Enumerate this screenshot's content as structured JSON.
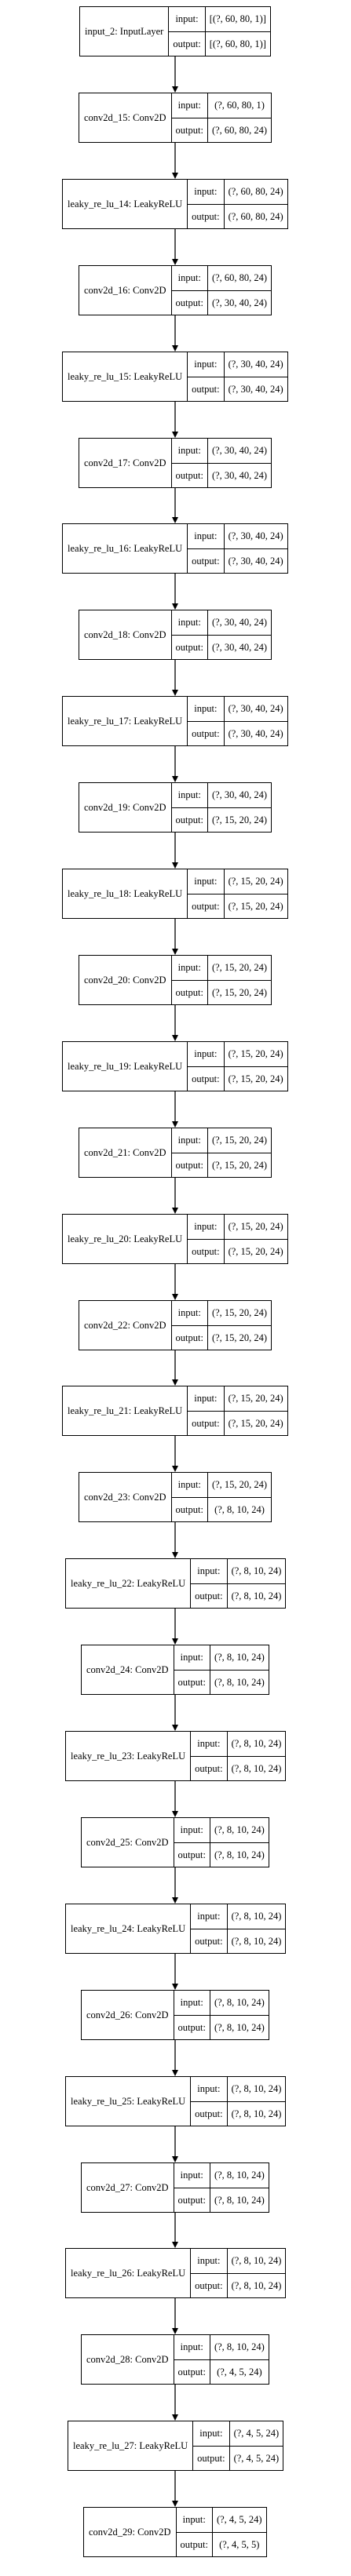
{
  "layers": [
    {
      "name": "input_2: InputLayer",
      "in_label": "input:",
      "out_label": "output:",
      "input": "[(?, 60, 80, 1)]",
      "output": "[(?, 60, 80, 1)]"
    },
    {
      "name": "conv2d_15: Conv2D",
      "in_label": "input:",
      "out_label": "output:",
      "input": "(?, 60, 80, 1)",
      "output": "(?, 60, 80, 24)"
    },
    {
      "name": "leaky_re_lu_14: LeakyReLU",
      "in_label": "input:",
      "out_label": "output:",
      "input": "(?, 60, 80, 24)",
      "output": "(?, 60, 80, 24)"
    },
    {
      "name": "conv2d_16: Conv2D",
      "in_label": "input:",
      "out_label": "output:",
      "input": "(?, 60, 80, 24)",
      "output": "(?, 30, 40, 24)"
    },
    {
      "name": "leaky_re_lu_15: LeakyReLU",
      "in_label": "input:",
      "out_label": "output:",
      "input": "(?, 30, 40, 24)",
      "output": "(?, 30, 40, 24)"
    },
    {
      "name": "conv2d_17: Conv2D",
      "in_label": "input:",
      "out_label": "output:",
      "input": "(?, 30, 40, 24)",
      "output": "(?, 30, 40, 24)"
    },
    {
      "name": "leaky_re_lu_16: LeakyReLU",
      "in_label": "input:",
      "out_label": "output:",
      "input": "(?, 30, 40, 24)",
      "output": "(?, 30, 40, 24)"
    },
    {
      "name": "conv2d_18: Conv2D",
      "in_label": "input:",
      "out_label": "output:",
      "input": "(?, 30, 40, 24)",
      "output": "(?, 30, 40, 24)"
    },
    {
      "name": "leaky_re_lu_17: LeakyReLU",
      "in_label": "input:",
      "out_label": "output:",
      "input": "(?, 30, 40, 24)",
      "output": "(?, 30, 40, 24)"
    },
    {
      "name": "conv2d_19: Conv2D",
      "in_label": "input:",
      "out_label": "output:",
      "input": "(?, 30, 40, 24)",
      "output": "(?, 15, 20, 24)"
    },
    {
      "name": "leaky_re_lu_18: LeakyReLU",
      "in_label": "input:",
      "out_label": "output:",
      "input": "(?, 15, 20, 24)",
      "output": "(?, 15, 20, 24)"
    },
    {
      "name": "conv2d_20: Conv2D",
      "in_label": "input:",
      "out_label": "output:",
      "input": "(?, 15, 20, 24)",
      "output": "(?, 15, 20, 24)"
    },
    {
      "name": "leaky_re_lu_19: LeakyReLU",
      "in_label": "input:",
      "out_label": "output:",
      "input": "(?, 15, 20, 24)",
      "output": "(?, 15, 20, 24)"
    },
    {
      "name": "conv2d_21: Conv2D",
      "in_label": "input:",
      "out_label": "output:",
      "input": "(?, 15, 20, 24)",
      "output": "(?, 15, 20, 24)"
    },
    {
      "name": "leaky_re_lu_20: LeakyReLU",
      "in_label": "input:",
      "out_label": "output:",
      "input": "(?, 15, 20, 24)",
      "output": "(?, 15, 20, 24)"
    },
    {
      "name": "conv2d_22: Conv2D",
      "in_label": "input:",
      "out_label": "output:",
      "input": "(?, 15, 20, 24)",
      "output": "(?, 15, 20, 24)"
    },
    {
      "name": "leaky_re_lu_21: LeakyReLU",
      "in_label": "input:",
      "out_label": "output:",
      "input": "(?, 15, 20, 24)",
      "output": "(?, 15, 20, 24)"
    },
    {
      "name": "conv2d_23: Conv2D",
      "in_label": "input:",
      "out_label": "output:",
      "input": "(?, 15, 20, 24)",
      "output": "(?, 8, 10, 24)"
    },
    {
      "name": "leaky_re_lu_22: LeakyReLU",
      "in_label": "input:",
      "out_label": "output:",
      "input": "(?, 8, 10, 24)",
      "output": "(?, 8, 10, 24)"
    },
    {
      "name": "conv2d_24: Conv2D",
      "in_label": "input:",
      "out_label": "output:",
      "input": "(?, 8, 10, 24)",
      "output": "(?, 8, 10, 24)"
    },
    {
      "name": "leaky_re_lu_23: LeakyReLU",
      "in_label": "input:",
      "out_label": "output:",
      "input": "(?, 8, 10, 24)",
      "output": "(?, 8, 10, 24)"
    },
    {
      "name": "conv2d_25: Conv2D",
      "in_label": "input:",
      "out_label": "output:",
      "input": "(?, 8, 10, 24)",
      "output": "(?, 8, 10, 24)"
    },
    {
      "name": "leaky_re_lu_24: LeakyReLU",
      "in_label": "input:",
      "out_label": "output:",
      "input": "(?, 8, 10, 24)",
      "output": "(?, 8, 10, 24)"
    },
    {
      "name": "conv2d_26: Conv2D",
      "in_label": "input:",
      "out_label": "output:",
      "input": "(?, 8, 10, 24)",
      "output": "(?, 8, 10, 24)"
    },
    {
      "name": "leaky_re_lu_25: LeakyReLU",
      "in_label": "input:",
      "out_label": "output:",
      "input": "(?, 8, 10, 24)",
      "output": "(?, 8, 10, 24)"
    },
    {
      "name": "conv2d_27: Conv2D",
      "in_label": "input:",
      "out_label": "output:",
      "input": "(?, 8, 10, 24)",
      "output": "(?, 8, 10, 24)"
    },
    {
      "name": "leaky_re_lu_26: LeakyReLU",
      "in_label": "input:",
      "out_label": "output:",
      "input": "(?, 8, 10, 24)",
      "output": "(?, 8, 10, 24)"
    },
    {
      "name": "conv2d_28: Conv2D",
      "in_label": "input:",
      "out_label": "output:",
      "input": "(?, 8, 10, 24)",
      "output": "(?, 4, 5, 24)"
    },
    {
      "name": "leaky_re_lu_27: LeakyReLU",
      "in_label": "input:",
      "out_label": "output:",
      "input": "(?, 4, 5, 24)",
      "output": "(?, 4, 5, 24)"
    },
    {
      "name": "conv2d_29: Conv2D",
      "in_label": "input:",
      "out_label": "output:",
      "input": "(?, 4, 5, 24)",
      "output": "(?, 4, 5, 5)"
    }
  ]
}
